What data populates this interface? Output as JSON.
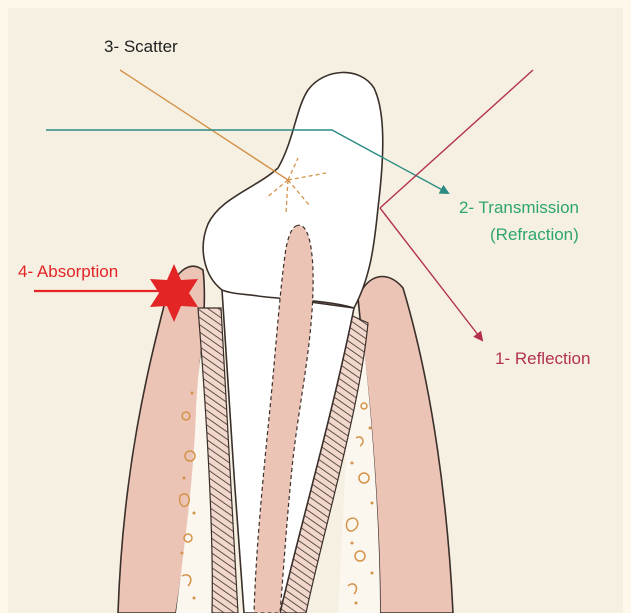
{
  "labels": {
    "scatter": "3- Scatter",
    "transmission": "2- Transmission",
    "refraction": "(Refraction)",
    "absorption": "4- Absorption",
    "reflection": "1- Reflection"
  },
  "colors": {
    "background": "#f6f0e2",
    "gum": "#ecc4b6",
    "tooth": "#ffffff",
    "scatter": "#d4934a",
    "transmission": "#2b8b83",
    "transmission_text": "#2da66a",
    "absorption": "#e32526",
    "reflection": "#b3314f"
  }
}
